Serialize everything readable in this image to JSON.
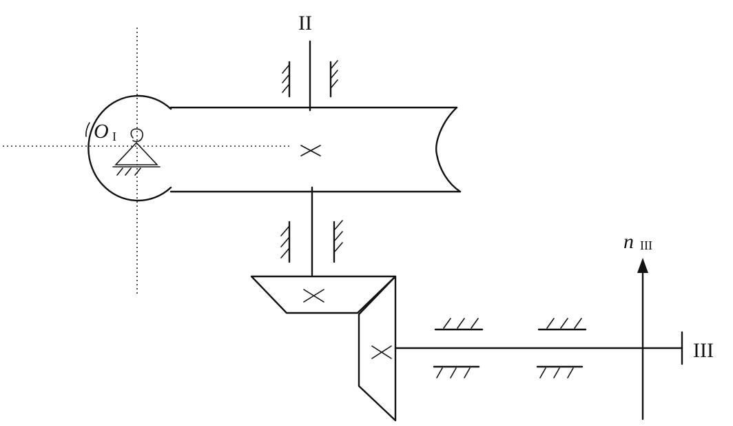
{
  "labels": {
    "shaft_ii": "II",
    "shaft_iii": "III",
    "axis_o_main": "O",
    "axis_o_sub": "I",
    "speed_main": "n",
    "speed_sub": "III"
  }
}
